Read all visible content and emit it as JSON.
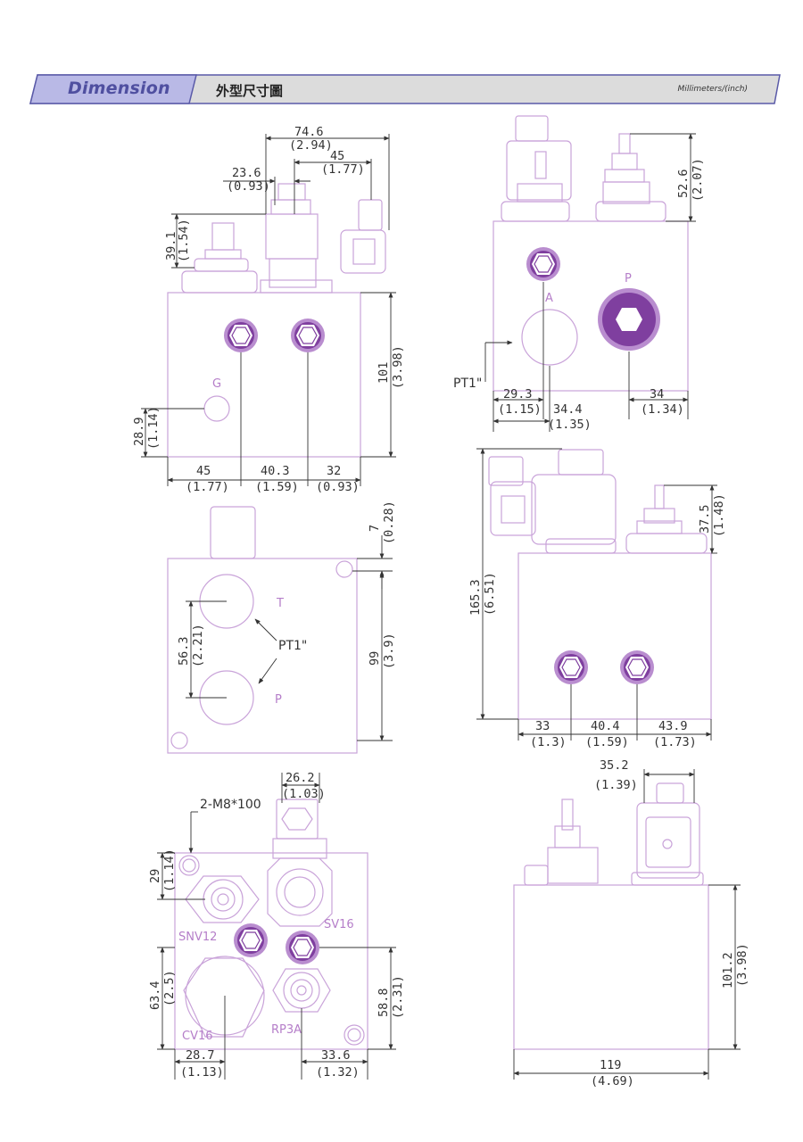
{
  "header": {
    "title": "Dimension",
    "subtitle_cn": "外型尺寸圖",
    "units": "Millimeters/(inch)"
  },
  "colors": {
    "banner_fill": "#dcdcdc",
    "banner_left_fill": "#b9b9e6",
    "banner_stroke": "#5a5aa8",
    "outline": "#c9a3d9",
    "port_fill": "#7f3f9f",
    "label": "#b57ec9"
  },
  "views": {
    "front": {
      "dims": {
        "overall_w_mm": "74.6",
        "overall_w_in": "(2.94)",
        "solenoid_off_mm": "45",
        "solenoid_off_in": "(1.77)",
        "valve_off_mm": "23.6",
        "valve_off_in": "(0.93)",
        "valve_h_mm": "39.1",
        "valve_h_in": "(1.54)",
        "body_h_mm": "101",
        "body_h_in": "(3.98)",
        "g_h_mm": "28.9",
        "g_h_in": "(1.14)",
        "b1_mm": "45",
        "b1_in": "(1.77)",
        "b2_mm": "40.3",
        "b2_in": "(1.59)",
        "b3_mm": "32",
        "b3_in": "(0.93)"
      },
      "labels": {
        "g_port": "G"
      }
    },
    "side_top_right": {
      "dims": {
        "h_mm": "52.6",
        "h_in": "(2.07)",
        "a1_mm": "29.3",
        "a1_in": "(1.15)",
        "a2_mm": "34.4",
        "a2_in": "(1.35)",
        "p_mm": "34",
        "p_in": "(1.34)"
      },
      "labels": {
        "a_port": "A",
        "p_port": "P",
        "thread": "PT1\""
      }
    },
    "back": {
      "dims": {
        "top_mm": "7",
        "top_in": "(0.28)",
        "h_mm": "99",
        "h_in": "(3.9)",
        "tp_mm": "56.3",
        "tp_in": "(2.21)"
      },
      "labels": {
        "t_port": "T",
        "p_port": "P",
        "thread": "PT1\""
      }
    },
    "side_mid_right": {
      "dims": {
        "overall_h_mm": "165.3",
        "overall_h_in": "(6.51)",
        "valve_h_mm": "37.5",
        "valve_h_in": "(1.48)",
        "b1_mm": "33",
        "b1_in": "(1.3)",
        "b2_mm": "40.4",
        "b2_in": "(1.59)",
        "b3_mm": "43.9",
        "b3_in": "(1.73)"
      }
    },
    "top": {
      "dims": {
        "w_mm": "26.2",
        "w_in": "(1.03)",
        "h1_mm": "29",
        "h1_in": "(1.14)",
        "h2_mm": "63.4",
        "h2_in": "(2.5)",
        "h3_mm": "58.8",
        "h3_in": "(2.31)",
        "b1_mm": "28.7",
        "b1_in": "(1.13)",
        "b2_mm": "33.6",
        "b2_in": "(1.32)"
      },
      "labels": {
        "bolt": "2-M8*100",
        "snv": "SNV12",
        "sv": "SV16",
        "cv": "CV16",
        "rp": "RP3A"
      }
    },
    "side_bottom_right": {
      "dims": {
        "w_mm": "35.2",
        "w_in": "(1.39)",
        "h_mm": "101.2",
        "h_in": "(3.98)",
        "b_mm": "119",
        "b_in": "(4.69)"
      }
    }
  }
}
